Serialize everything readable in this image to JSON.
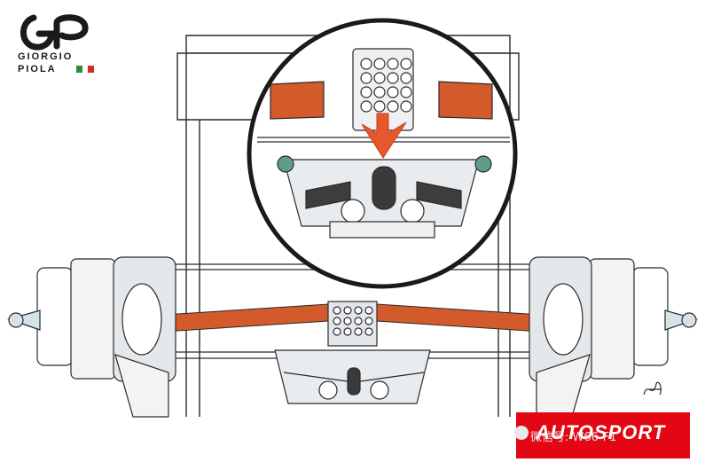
{
  "brand": {
    "logo_line1": "GIORGIO",
    "logo_line2": "PIOLA",
    "flag_colors": [
      "#2e8b3e",
      "#ffffff",
      "#d62a2a"
    ]
  },
  "publisher": {
    "name": "AUTOSPORT",
    "color": "#e30613"
  },
  "watermark": {
    "text": "微信号: W66-F1"
  },
  "palette": {
    "line": "#2a2a2a",
    "metal": "#cfd5da",
    "arm_orange": "#d35a2a",
    "arrow": "#e8562a",
    "spring_green": "#5f9c8c"
  }
}
